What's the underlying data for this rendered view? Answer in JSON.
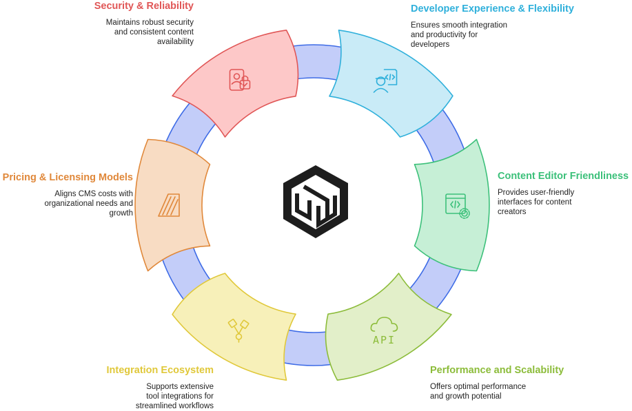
{
  "colors": {
    "ring_fill": "#c3cdf9",
    "ring_stroke": "#3d6be6",
    "logo": "#1d1d1d"
  },
  "segments": [
    {
      "id": "security",
      "title": "Security & Reliability",
      "description": [
        "Maintains robust security",
        "and consistent content",
        "availability"
      ],
      "icon": "shield-lock-user-icon",
      "color": "#e05656",
      "fill": "#fdc8c8"
    },
    {
      "id": "developer",
      "title": "Developer Experience & Flexibility",
      "description": [
        "Ensures smooth integration",
        "and productivity for",
        "developers"
      ],
      "icon": "developer-code-icon",
      "color": "#2fb0db",
      "fill": "#c9ebf7"
    },
    {
      "id": "editor",
      "title": "Content Editor Friendliness",
      "description": [
        "Provides user-friendly",
        "interfaces for content",
        "creators"
      ],
      "icon": "code-window-gear-icon",
      "color": "#3cc07a",
      "fill": "#c6efd6"
    },
    {
      "id": "performance",
      "title": "Performance and Scalability",
      "description": [
        "Offers optimal performance",
        "and growth potential"
      ],
      "icon": "cloud-api-icon",
      "color": "#8cbc3a",
      "fill": "#e2efc9",
      "icon_text": "API"
    },
    {
      "id": "integration",
      "title": "Integration Ecosystem",
      "description": [
        "Supports extensive",
        "tool integrations for",
        "streamlined workflows"
      ],
      "icon": "plug-connector-icon",
      "color": "#e0c83a",
      "fill": "#f7f0b9"
    },
    {
      "id": "pricing",
      "title": "Pricing & Licensing Models",
      "description": [
        "Aligns CMS costs with",
        "organizational needs and",
        "growth"
      ],
      "icon": "pricing-tag-icon",
      "color": "#e0883a",
      "fill": "#f8dcc3"
    }
  ]
}
